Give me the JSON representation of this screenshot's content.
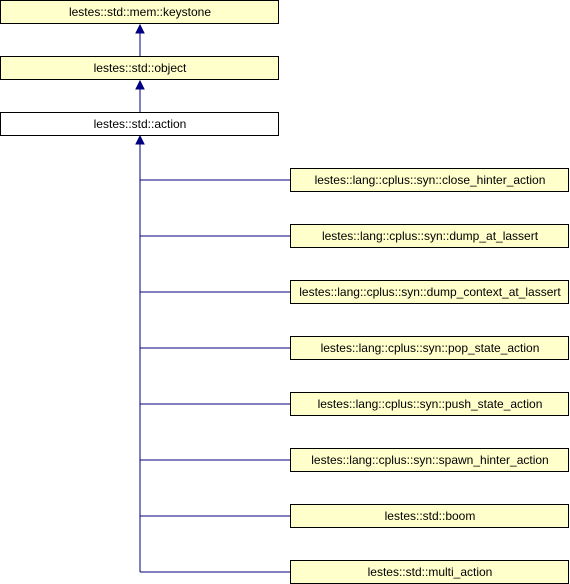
{
  "diagram": {
    "colors": {
      "node_fill": "#ffffcc",
      "current_fill": "#ffffff",
      "edge": "#000080",
      "border": "#000000"
    },
    "nodes": {
      "keystone": "lestes::std::mem::keystone",
      "object": "lestes::std::object",
      "action": "lestes::std::action",
      "children": [
        "lestes::lang::cplus::syn::close_hinter_action",
        "lestes::lang::cplus::syn::dump_at_lassert",
        "lestes::lang::cplus::syn::dump_context_at_lassert",
        "lestes::lang::cplus::syn::pop_state_action",
        "lestes::lang::cplus::syn::push_state_action",
        "lestes::lang::cplus::syn::spawn_hinter_action",
        "lestes::std::boom",
        "lestes::std::multi_action"
      ]
    }
  }
}
